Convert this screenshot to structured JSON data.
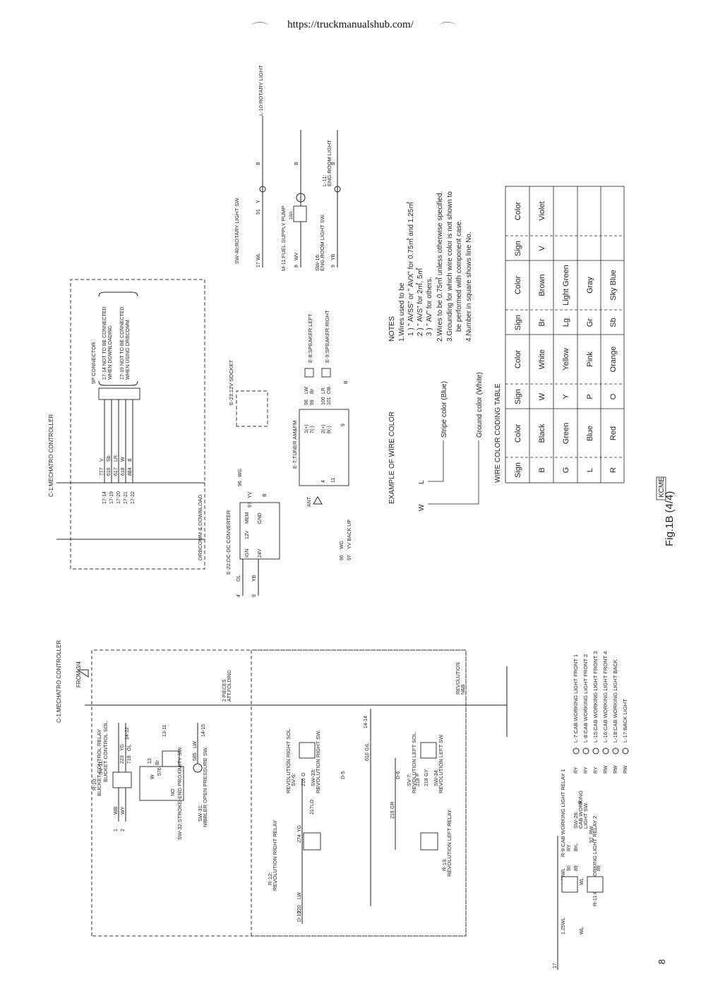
{
  "header": {
    "url": "https://truckmanualshub.com/"
  },
  "page": {
    "number": "8",
    "figure": "Fig.1B (4/4)",
    "badge": "KCME"
  },
  "left_block": {
    "controller": "C-1:MECHATRO CONTROLLER",
    "from": "FROM 3/4",
    "relay_r10": [
      "R-10:",
      "BUCKET CONTROL RELAY"
    ],
    "sv11": [
      "SV-11:",
      "BUCKET CONTROL SOL."
    ],
    "sw32": "SW-32:STROKE-END PROXIMITY SW.",
    "sw31": [
      "SW-31:",
      "NIBBLER OPEN PRESSURE SW."
    ],
    "pins": [
      "14-22",
      "13-11",
      "14-15",
      "14-14"
    ],
    "wires_top": [
      "WB",
      "WY",
      "YG",
      "OL",
      "B",
      "W",
      "Br",
      "LW",
      "NO"
    ],
    "wire_nums_top": [
      "1",
      "2",
      "223",
      "718",
      "13",
      "576",
      "585"
    ],
    "att": [
      "2 PIECES",
      "ATT.FOLDING"
    ],
    "revolution": [
      "REVOLUTION",
      "N&B"
    ],
    "r12": [
      "R-12:",
      "REVOLUTION RIGHT RELAY"
    ],
    "r13": [
      "R-13:",
      "REVOLUTION LEFT RELAY"
    ],
    "sv6": [
      "SV-6:",
      "REVOLUTION RIGHT SOL."
    ],
    "sv7": [
      "SV-7:",
      "REVOLUTION LEFT SOL."
    ],
    "sw33": [
      "SW-33:",
      "REVOLUTION RIGHT SW."
    ],
    "sw34": [
      "SW-34:",
      "REVOLUTION LEFT SW."
    ],
    "d10": "D-10",
    "d5": "D-5",
    "d6": "D-6",
    "wires_rev": [
      "LW",
      "YG",
      "LO",
      "O",
      "B",
      "GrL",
      "GR",
      "GY",
      "P",
      "B"
    ],
    "wire_nums_rev": [
      "220",
      "274",
      "217",
      "216",
      "610",
      "219",
      "218",
      "218"
    ]
  },
  "cab_lights": {
    "r9": "R-9:CAB WORKING LIGHT RELAY 1",
    "r11": "R-11:CAB WORKING LIGHT RELAY 2",
    "sw26": [
      "SW-26:",
      "CAB WORKING",
      "LIGHT SW."
    ],
    "wires": [
      "1.25WL",
      "WL",
      "1.25WL",
      "WL",
      "RY",
      "RW",
      "BrL",
      "B"
    ],
    "nums": [
      "17",
      "90",
      "89",
      "92",
      "89"
    ],
    "lights": [
      "L-7:CAB WORKING LIGHT FRONT 1",
      "L-8:CAB WORKING LIGHT FRONT 2",
      "L-15:CAB WORKING LIGHT FRONT 3",
      "L-16:CAB WORKING LIGHT FRONT 4",
      "L-18:CAB WORKING LIGHT BACK",
      "L-17:BACK LIGHT"
    ],
    "light_wires": [
      "RY",
      "RY",
      "RY",
      "RW",
      "RW",
      "RW"
    ]
  },
  "mid_block": {
    "controller": "C-1:MECHATRO CONTROLLER",
    "orbcomm": "ORBCOMM & DOWNLOAD",
    "pins": [
      "17-14",
      "17-19",
      "17-20",
      "17-21",
      "17-22"
    ],
    "wire_nums": [
      "777",
      "616",
      "617",
      "618",
      "884"
    ],
    "wires": [
      "V",
      "Sb",
      "LR",
      "W",
      "B"
    ],
    "connector": "9P CONNECTOR",
    "note1": [
      "17-14 NOT TO BE CONNECTED",
      "WHEN DOWNLOADING"
    ],
    "note2": [
      "17-19 NOT TO BE CONNECTED",
      "WHEN USING ORBCOMM"
    ],
    "e22": "E-22:DC-DC CONVERTER",
    "e22_pins": [
      "IGN",
      "12V",
      "MEM",
      "24V",
      "GND"
    ],
    "e22_wires": [
      "OL",
      "YB",
      "YV",
      "B",
      "WG"
    ],
    "e22_nums": [
      "4",
      "9",
      "97",
      "96"
    ],
    "e23": "E-23:12V SOCKET",
    "e7": "E-7:TUNER AM&FM",
    "e7_pins": [
      "1(+)",
      "7(-)",
      "2(+)",
      "8(-)",
      "4",
      "11",
      "9"
    ],
    "e7_wires": [
      "LW",
      "Br",
      "LR",
      "OB",
      "B",
      "WG",
      "YV BACK UP"
    ],
    "e7_nums": [
      "98",
      "99",
      "100",
      "101",
      "96",
      "97"
    ],
    "ant": "ANT.",
    "e8": "E-8:SPEAKER LEFT",
    "e9": "E-9:SPEAKER RIGHT"
  },
  "right_block": {
    "sw40": "SW-40:ROTARY LIGHT SW.",
    "l10": "L-10:ROTARY LIGHT",
    "m11": "M-11:FUEL SUPPLY PUMP",
    "fuse": "10A",
    "sw16": [
      "SW-16:",
      "ENG.ROOM LIGHT SW."
    ],
    "l11": [
      "L-11:",
      "ENG.ROOM LIGHT"
    ],
    "wires": [
      "WL",
      "Y",
      "B",
      "WV",
      "B",
      "YB",
      "B"
    ],
    "nums": [
      "17",
      "91",
      "8",
      "9"
    ]
  },
  "example": {
    "title": "EXAMPLE OF WIRE COLOR",
    "w": "W",
    "l": "L",
    "stripe": "Stripe color (Blue)",
    "ground": "Ground color (White)"
  },
  "notes": {
    "title": "NOTES",
    "lines": [
      "1.Wires used to be",
      "1 ) ” AVSS” or ” AVX” for 0.75㎡ and 1.25㎡",
      "2 ) ” AVS” for 2㎡, 5㎡",
      "3 ) ” AV” for others.",
      "2.Wires to be 0.75㎡ unless otherwise specified.",
      "3.Grounding for which wire color is not shown to",
      "be performed with component case.",
      "4.Number in square shows line No."
    ]
  },
  "color_table": {
    "title": "WIRE COLOR CODING TABLE",
    "headers": [
      "Sign",
      "Color",
      "Sign",
      "Color",
      "Sign",
      "Color",
      "Sign",
      "Color"
    ],
    "rows": [
      [
        "B",
        "Black",
        "W",
        "White",
        "Br",
        "Brown",
        "V",
        "Violet"
      ],
      [
        "G",
        "Green",
        "Y",
        "Yellow",
        "Lg",
        "Light Green",
        "",
        ""
      ],
      [
        "L",
        "Blue",
        "P",
        "Pink",
        "Gr",
        "Gray",
        "",
        ""
      ],
      [
        "R",
        "Red",
        "O",
        "Orange",
        "Sb",
        "Sky Blue",
        "",
        ""
      ]
    ]
  }
}
